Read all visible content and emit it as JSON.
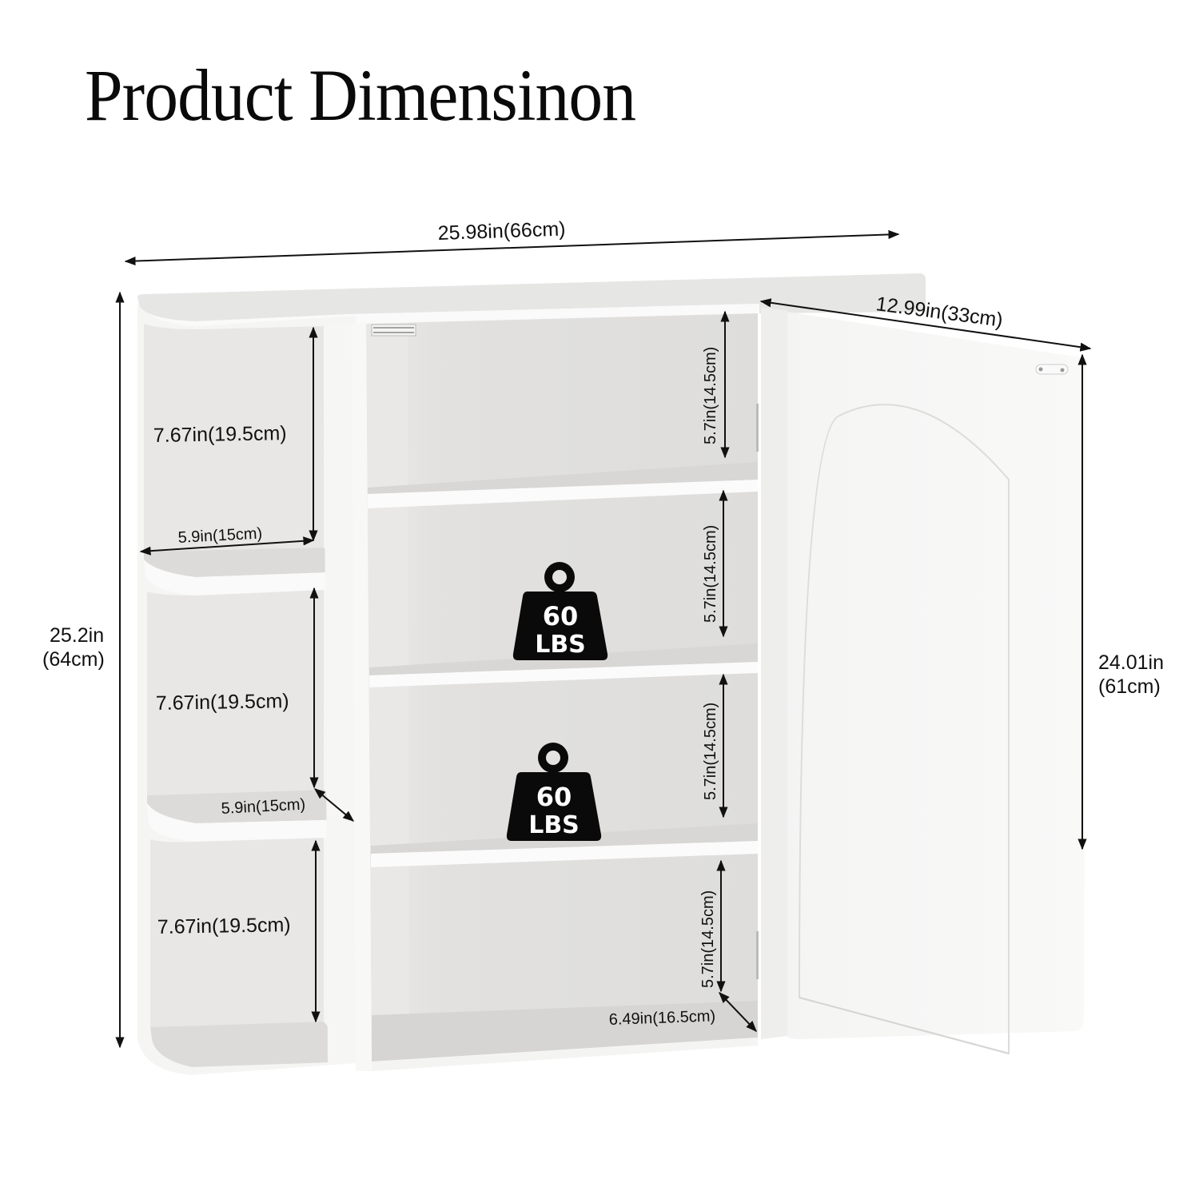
{
  "title": "Product Dimensinon",
  "dimensions": {
    "overall_width": "25.98in(66cm)",
    "overall_depth": "12.99in(33cm)",
    "overall_height_in": "25.2in",
    "overall_height_cm": "(64cm)",
    "door_height_in": "24.01in",
    "door_height_cm": "(61cm)",
    "side_shelves": [
      {
        "height": "7.67in(19.5cm)",
        "depth": "5.9in(15cm)"
      },
      {
        "height": "7.67in(19.5cm)",
        "depth": "5.9in(15cm)"
      },
      {
        "height": "7.67in(19.5cm)"
      }
    ],
    "main_shelves": [
      {
        "height": "5.7in(14.5cm)"
      },
      {
        "height": "5.7in(14.5cm)"
      },
      {
        "height": "5.7in(14.5cm)"
      },
      {
        "height": "5.7in(14.5cm)",
        "depth": "6.49in(16.5cm)"
      }
    ]
  },
  "load_badges": [
    {
      "value": "60",
      "unit": "LBS"
    },
    {
      "value": "60",
      "unit": "LBS"
    }
  ],
  "colors": {
    "background": "#ffffff",
    "cabinet_white": "#f7f7f6",
    "interior_shade": "#e4e3e1",
    "shelf_top": "#d9d8d6",
    "ink": "#111111"
  }
}
